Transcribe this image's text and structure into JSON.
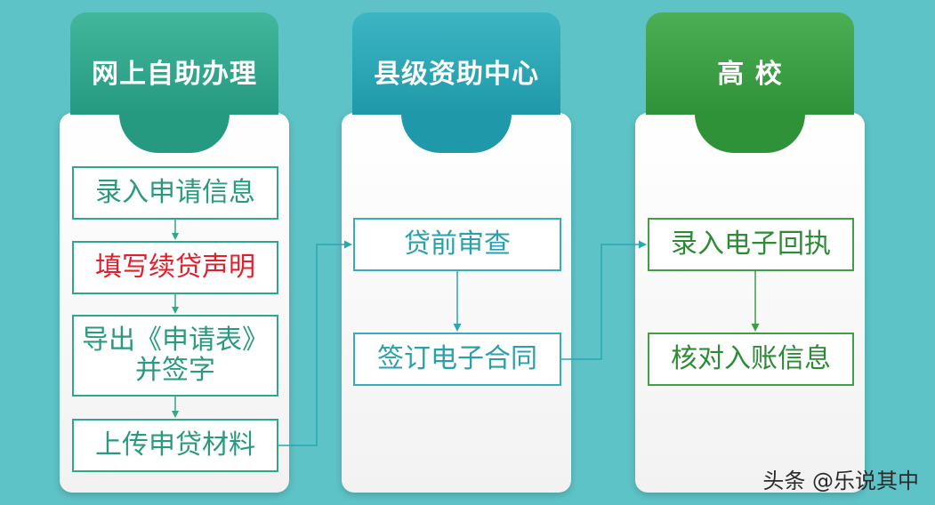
{
  "columns": [
    {
      "title": "网上自助办理",
      "steps": [
        "录入申请信息",
        "填写续贷声明",
        "导出《申请表》\n并签字",
        "上传申贷材料"
      ]
    },
    {
      "title": "县级资助中心",
      "steps": [
        "贷前审查",
        "签订电子合同"
      ]
    },
    {
      "title": "高  校",
      "steps": [
        "录入电子回执",
        "核对入账信息"
      ]
    }
  ],
  "watermark": "头条 @乐说其中",
  "colors": {
    "background": "#5ec3c6",
    "col1": "#2fa78c",
    "col2": "#2aa6b5",
    "col3": "#3a9e42",
    "highlight_text": "#e0202a"
  }
}
